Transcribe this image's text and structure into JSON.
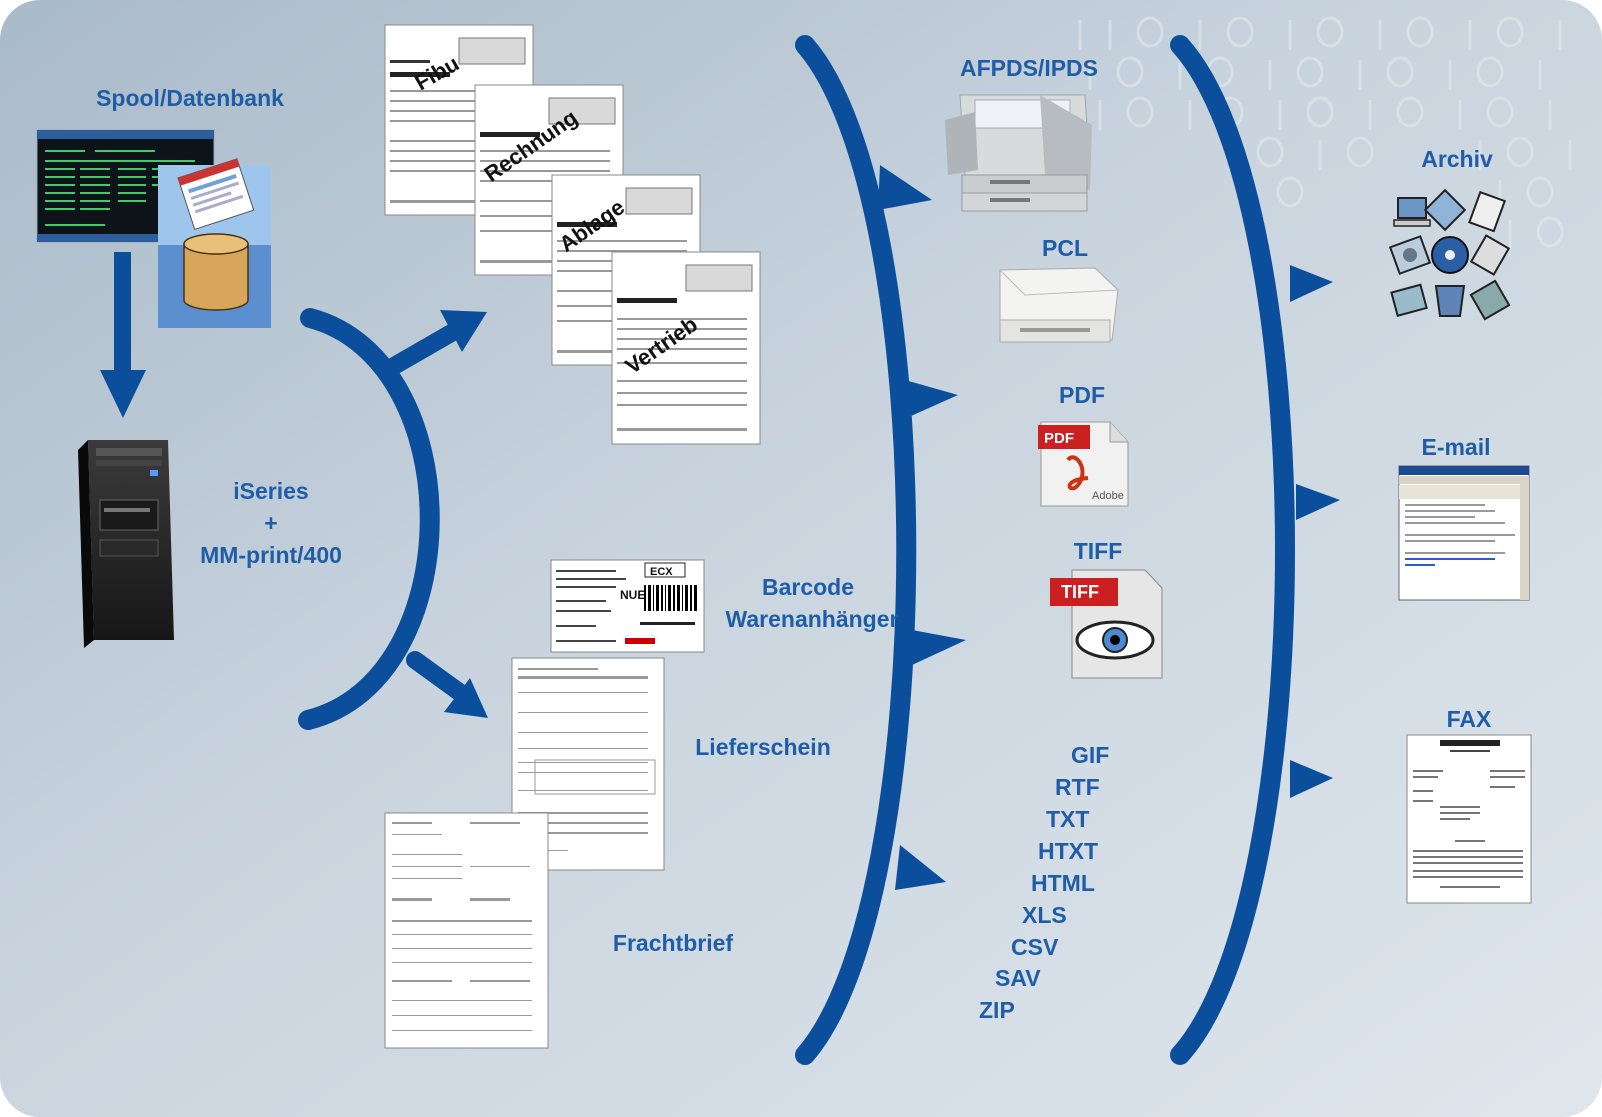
{
  "colors": {
    "accent": "#1f5ea6",
    "arrow": "#0b4f9c",
    "background_light": "#dbe3ea",
    "background_mid": "#a9bac9"
  },
  "source": {
    "spool_label": "Spool/Datenbank",
    "system_label_line1": "iSeries",
    "system_label_line2": "+",
    "system_label_line3": "MM-print/400"
  },
  "documents": {
    "tags": [
      "Fibu",
      "Rechnung",
      "Ablage",
      "Vertrieb"
    ],
    "barcode_label_line1": "Barcode",
    "barcode_label_line2": "Warenanhänger",
    "barcode_ecx": "ECX",
    "barcode_nue": "NUE",
    "delivery_note_label": "Lieferschein",
    "freight_label": "Frachtbrief"
  },
  "output_formats": {
    "afp": "AFPDS/IPDS",
    "pcl": "PCL",
    "pdf": "PDF",
    "tiff": "TIFF",
    "pdf_icon_text": "PDF",
    "pdf_icon_sub": "Adobe",
    "tiff_icon_text": "TIFF",
    "list": [
      "GIF",
      "RTF",
      "TXT",
      "HTXT",
      "HTML",
      "XLS",
      "CSV",
      "SAV",
      "ZIP"
    ]
  },
  "destinations": {
    "archive": "Archiv",
    "email": "E-mail",
    "fax": "FAX"
  },
  "icons": [
    "terminal-screen-icon",
    "database-cylinder-icon",
    "server-tower-icon",
    "laser-printer-icon",
    "desktop-printer-icon",
    "pdf-file-icon",
    "tiff-file-icon",
    "archive-media-icon",
    "email-window-icon",
    "fax-sheet-icon"
  ]
}
